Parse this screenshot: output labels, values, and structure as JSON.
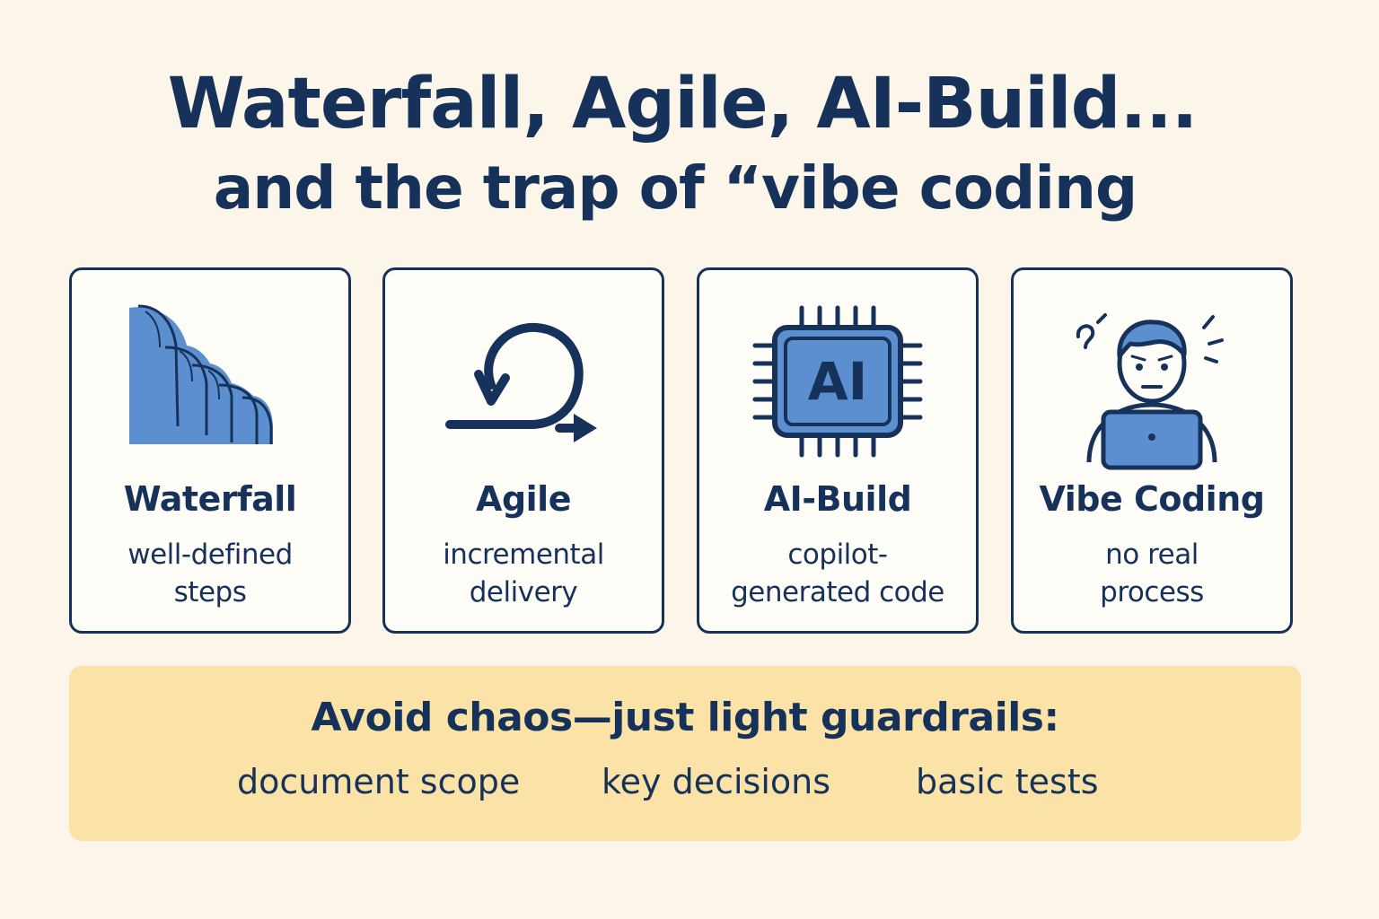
{
  "title": {
    "line1": "Waterfall, Agile, AI-Build...",
    "line2": "and the trap of “vibe coding"
  },
  "colors": {
    "background": "#fbf6e9",
    "ink": "#16325a",
    "icon_fill": "#5b8fcf",
    "banner": "#fbe2a6"
  },
  "cards": [
    {
      "icon": "waterfall-icon",
      "title": "Waterfall",
      "desc1": "well-defined",
      "desc2": "steps"
    },
    {
      "icon": "cycle-arrow-icon",
      "title": "Agile",
      "desc1": "incremental",
      "desc2": "delivery"
    },
    {
      "icon": "ai-chip-icon",
      "title": "AI-Build",
      "desc1": "copilot-",
      "desc2": "generated code",
      "chip_label": "AI"
    },
    {
      "icon": "confused-coder-icon",
      "title": "Vibe Coding",
      "desc1": "no real",
      "desc2": "process"
    }
  ],
  "banner": {
    "title": "Avoid chaos—just light guardrails:",
    "items": [
      "document scope",
      "key decisions",
      "basic tests"
    ]
  }
}
